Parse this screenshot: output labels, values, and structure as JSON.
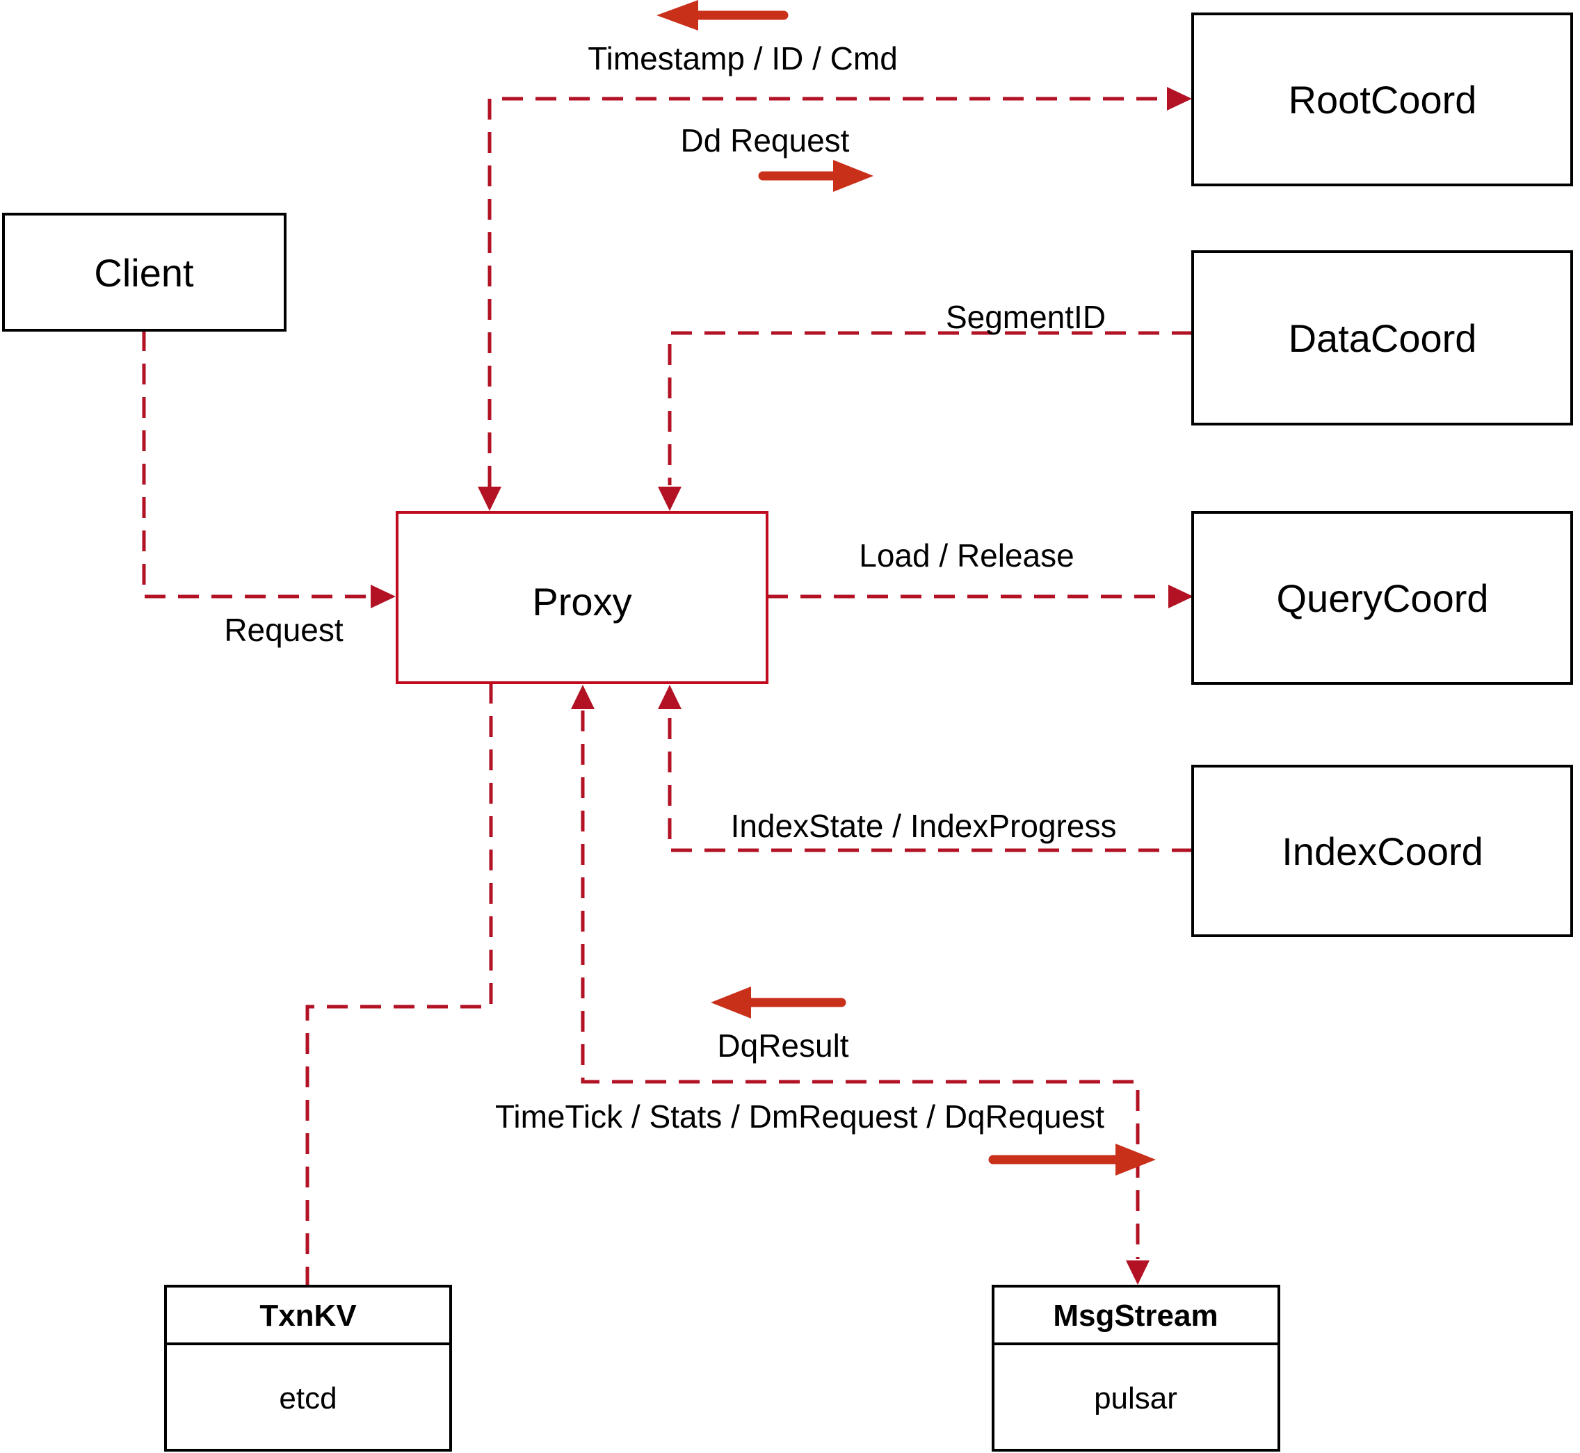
{
  "diagram": {
    "nodes": {
      "client": {
        "label": "Client"
      },
      "root_coord": {
        "label": "RootCoord"
      },
      "data_coord": {
        "label": "DataCoord"
      },
      "query_coord": {
        "label": "QueryCoord"
      },
      "index_coord": {
        "label": "IndexCoord"
      },
      "proxy": {
        "label": "Proxy"
      },
      "txn_kv": {
        "title": "TxnKV",
        "subtitle": "etcd"
      },
      "msg_stream": {
        "title": "MsgStream",
        "subtitle": "pulsar"
      }
    },
    "edge_labels": {
      "timestamp": "Timestamp / ID / Cmd",
      "dd_request": "Dd Request",
      "segment_id": "SegmentID",
      "request": "Request",
      "load_release": "Load / Release",
      "index_state": "IndexState / IndexProgress",
      "dq_result": "DqResult",
      "time_tick": "TimeTick / Stats / DmRequest / DqRequest"
    },
    "colors": {
      "dashed_line": "#b21223",
      "proxy_accent": "#c00a1e",
      "solid_arrow": "#c9301a",
      "box_border": "#000000",
      "label_text": "#000000",
      "background": "#ffffff"
    }
  }
}
